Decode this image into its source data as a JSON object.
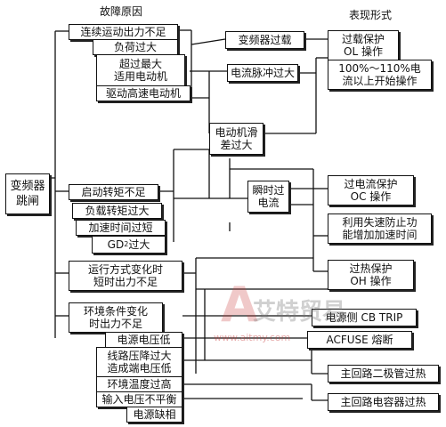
{
  "headers": {
    "causes": "故障原因",
    "manifestations": "表现形式"
  },
  "root": "变频器\n跳闸",
  "causes": {
    "c1": "连续运动出力不足",
    "c2": "负荷过大",
    "c3": "超过最大\n适用电动机",
    "c4": "驱动高速电动机",
    "c5": "启动转矩不足",
    "c6": "负载转矩过大",
    "c7": "加速时间过短",
    "c8_main": "GD",
    "c8_sup": "2",
    "c8_tail": " 过大",
    "c9": "运行方式变化时\n短时出力不足",
    "c10": "环境条件变化\n时出力不足",
    "c11": "电源电压低",
    "c12": "线路压降过大\n造成端电压低",
    "c13": "环境温度过高",
    "c14": "输入电压不平衡",
    "c15": "电源缺相"
  },
  "mid": {
    "overload": "变频器过载",
    "pulse": "电流脉冲过大",
    "slip": "电动机滑\n差过大",
    "surge": "瞬时过\n电流"
  },
  "results": {
    "r1": "过载保护\nOL 操作",
    "r2": "100%～110%电\n流以上开始操作",
    "r3": "过电流保护\nOC 操作",
    "r4": "利用失速防止功\n能增加加速时间",
    "r5": "过热保护\nOH 操作",
    "r6": "电源侧 CB TRIP",
    "r7": "ACFUSE 熔断",
    "r8": "主回路二极管过热",
    "r9": "主回路电容器过热"
  },
  "watermark": {
    "logo": "A",
    "name": "艾特贸易",
    "url": "www.aitmy.com"
  }
}
